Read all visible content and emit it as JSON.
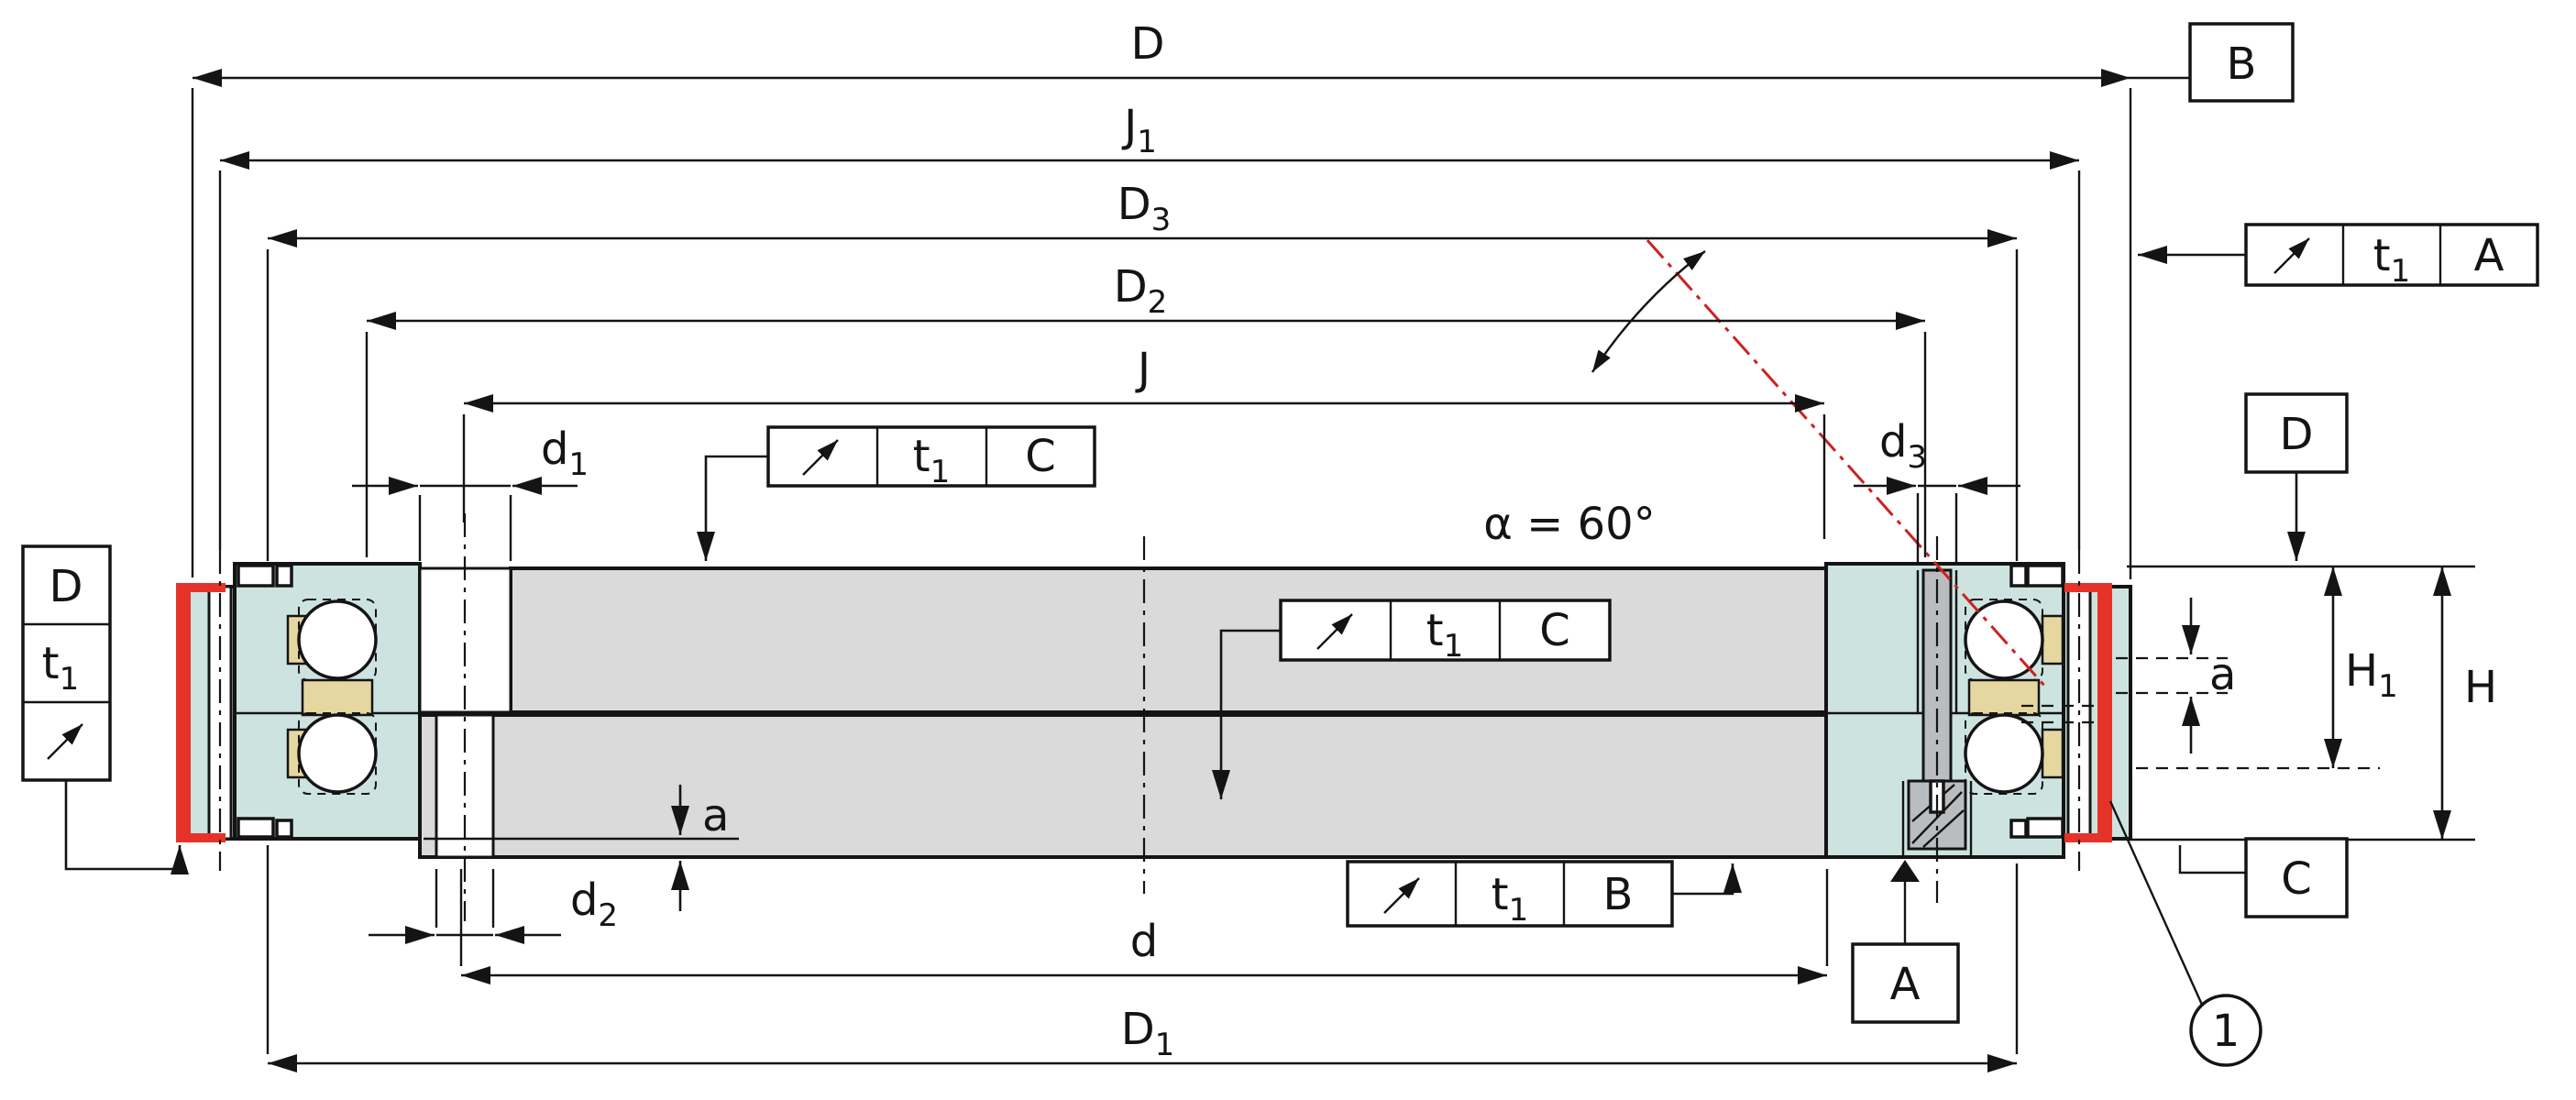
{
  "diagram": {
    "type": "engineering-cross-section",
    "subject": "axial angular contact ball bearing cross-section with dimension and tolerance callouts",
    "labels": {
      "D": "D",
      "J1": {
        "main": "J",
        "sub": "1"
      },
      "D3": {
        "main": "D",
        "sub": "3"
      },
      "D2": {
        "main": "D",
        "sub": "2"
      },
      "J": "J",
      "d1": {
        "main": "d",
        "sub": "1"
      },
      "d3": {
        "main": "d",
        "sub": "3"
      },
      "d2": {
        "main": "d",
        "sub": "2"
      },
      "d": "d",
      "D1": {
        "main": "D",
        "sub": "1"
      },
      "H1": {
        "main": "H",
        "sub": "1"
      },
      "H": "H",
      "a_left": "a",
      "a_right": "a",
      "alpha": "α = 60°"
    },
    "datums": {
      "B": "B",
      "D_right": "D",
      "C_right": "C",
      "A_bottom": "A"
    },
    "feature_frames": {
      "top_right": {
        "symbol": "circular-runout",
        "tol": "t",
        "tol_sub": "1",
        "datum": "A"
      },
      "upper_middle": {
        "symbol": "circular-runout",
        "tol": "t",
        "tol_sub": "1",
        "datum": "C"
      },
      "middle": {
        "symbol": "circular-runout",
        "tol": "t",
        "tol_sub": "1",
        "datum": "C"
      },
      "lower_middle": {
        "symbol": "circular-runout",
        "tol": "t",
        "tol_sub": "1",
        "datum": "B"
      },
      "left_vertical": {
        "symbol": "circular-runout",
        "tol": "t",
        "tol_sub": "1",
        "datum": "D"
      }
    },
    "balloon": {
      "label": "1"
    },
    "colors": {
      "ring_teal": "#cde3e0",
      "body_gray": "#dadada",
      "highlight_red": "#e63329",
      "cage_tan": "#e6d6a0",
      "screw_gray": "#b9bdc0",
      "line_black": "#141414",
      "contact_angle_red": "#cc2222"
    }
  }
}
